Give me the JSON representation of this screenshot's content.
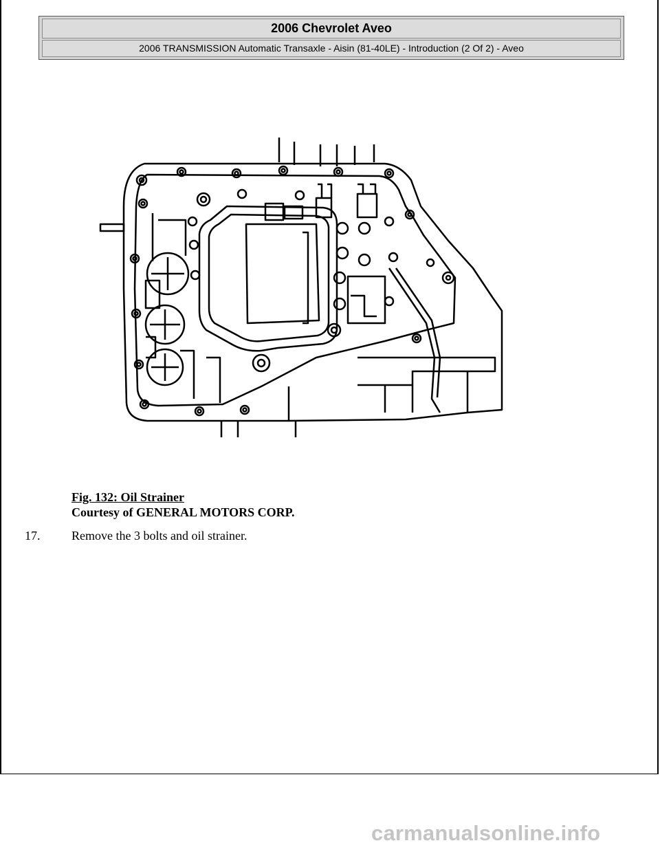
{
  "header": {
    "title": "2006 Chevrolet Aveo",
    "subtitle": "2006 TRANSMISSION Automatic Transaxle - Aisin (81-40LE) - Introduction (2 Of 2) - Aveo"
  },
  "figure": {
    "caption_title": "Fig. 132: Oil Strainer",
    "courtesy": "Courtesy of GENERAL MOTORS CORP."
  },
  "steps": [
    {
      "number": "17.",
      "text": "Remove the 3 bolts and oil strainer."
    }
  ],
  "watermark": "carmanualsonline.info"
}
